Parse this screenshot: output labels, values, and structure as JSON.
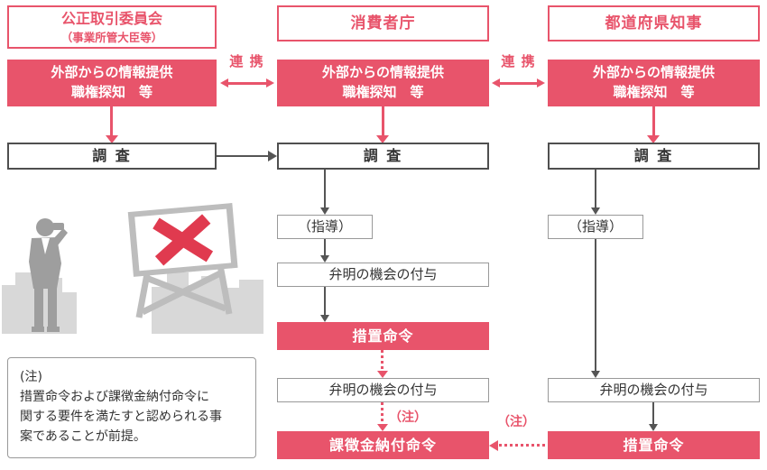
{
  "palette": {
    "accent_pink": "#E8546B",
    "x_mark_red": "#E03A4F",
    "arrow_gray": "#555555"
  },
  "flow": {
    "cooperation_label": "連 携",
    "ftc": {
      "header_line1": "公正取引委員会",
      "header_line2": "（事業所管大臣等）",
      "info_line1": "外部からの情報提供",
      "info_line2": "職権探知　等",
      "investigation": "調 査"
    },
    "caa": {
      "header": "消費者庁",
      "info_line1": "外部からの情報提供",
      "info_line2": "職権探知　等",
      "investigation": "調 査",
      "guidance": "（指導）",
      "explanation_opportunity_1": "弁明の機会の付与",
      "action_order": "措置命令",
      "explanation_opportunity_2": "弁明の機会の付与",
      "note_ref": "（注）",
      "surcharge_payment_order": "課徴金納付命令"
    },
    "governor": {
      "header": "都道府県知事",
      "info_line1": "外部からの情報提供",
      "info_line2": "職権探知　等",
      "investigation": "調 査",
      "guidance": "（指導）",
      "explanation_opportunity": "弁明の機会の付与",
      "action_order": "措置命令",
      "note_ref": "（注）"
    }
  },
  "note_box": {
    "text": "(注)\n措置命令および課徴金納付命令に\n関する要件を満たすと認められる事\n案であることが前提。"
  }
}
